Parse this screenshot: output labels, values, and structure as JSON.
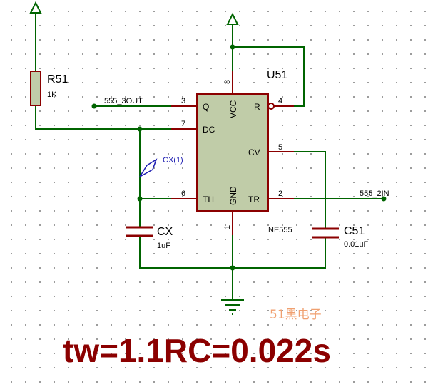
{
  "components": {
    "resistor": {
      "ref": "R51",
      "value": "1K"
    },
    "cap_timing": {
      "ref": "CX",
      "value": "1uF"
    },
    "cap_cv": {
      "ref": "C51",
      "value": "0.01uF"
    },
    "ic": {
      "ref": "U51",
      "value": "NE555",
      "pins": {
        "q": {
          "num": "3",
          "name": "Q"
        },
        "dc": {
          "num": "7",
          "name": "DC"
        },
        "th": {
          "num": "6",
          "name": "TH"
        },
        "vcc": {
          "num": "8",
          "name": "VCC"
        },
        "r": {
          "num": "4",
          "name": "R"
        },
        "cv": {
          "num": "5",
          "name": "CV"
        },
        "tr": {
          "num": "2",
          "name": "TR"
        },
        "gnd": {
          "num": "1",
          "name": "GND"
        }
      }
    }
  },
  "nets": {
    "out": "555_3OUT",
    "in": "555_2IN"
  },
  "probe": {
    "label": "CX(1)"
  },
  "watermark": "51黑电子",
  "formula": "tw=1.1RC=0.022s",
  "colors": {
    "wire": "#006400",
    "pin": "#8b0000",
    "ic_fill": "#c0cca8",
    "probe": "#1a1ab0",
    "watermark": "#f0a070",
    "formula": "#8b0000"
  }
}
